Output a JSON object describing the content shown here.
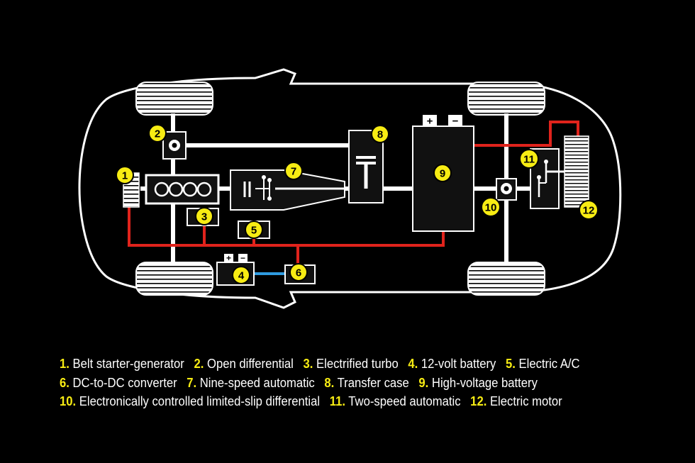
{
  "colors": {
    "background": "#000000",
    "car_body": "#000000",
    "outline": "#ffffff",
    "shaft": "#ffffff",
    "hv_wiring": "#e0231c",
    "lv_link": "#2f9be0",
    "marker_fill": "#f7ec13",
    "component_fill": "#111111"
  },
  "markers": [
    {
      "id": "1",
      "label": "1"
    },
    {
      "id": "2",
      "label": "2"
    },
    {
      "id": "3",
      "label": "3"
    },
    {
      "id": "4",
      "label": "4"
    },
    {
      "id": "5",
      "label": "5"
    },
    {
      "id": "6",
      "label": "6"
    },
    {
      "id": "7",
      "label": "7"
    },
    {
      "id": "8",
      "label": "8"
    },
    {
      "id": "9",
      "label": "9"
    },
    {
      "id": "10",
      "label": "10"
    },
    {
      "id": "11",
      "label": "11"
    },
    {
      "id": "12",
      "label": "12"
    }
  ],
  "terminals": {
    "plus": "+",
    "minus": "−"
  },
  "legend": {
    "lines": [
      [
        {
          "num": "1.",
          "text": "Belt starter-generator"
        },
        {
          "num": "2.",
          "text": "Open differential"
        },
        {
          "num": "3.",
          "text": "Electrified turbo"
        },
        {
          "num": "4.",
          "text": "12-volt battery"
        },
        {
          "num": "5.",
          "text": "Electric A/C"
        }
      ],
      [
        {
          "num": "6.",
          "text": "DC-to-DC converter"
        },
        {
          "num": "7.",
          "text": "Nine-speed automatic"
        },
        {
          "num": "8.",
          "text": "Transfer case"
        },
        {
          "num": "9.",
          "text": "High-voltage battery"
        }
      ],
      [
        {
          "num": "10.",
          "text": "Electronically controlled limited-slip differential"
        },
        {
          "num": "11.",
          "text": "Two-speed automatic"
        },
        {
          "num": "12.",
          "text": "Electric motor"
        }
      ]
    ]
  }
}
